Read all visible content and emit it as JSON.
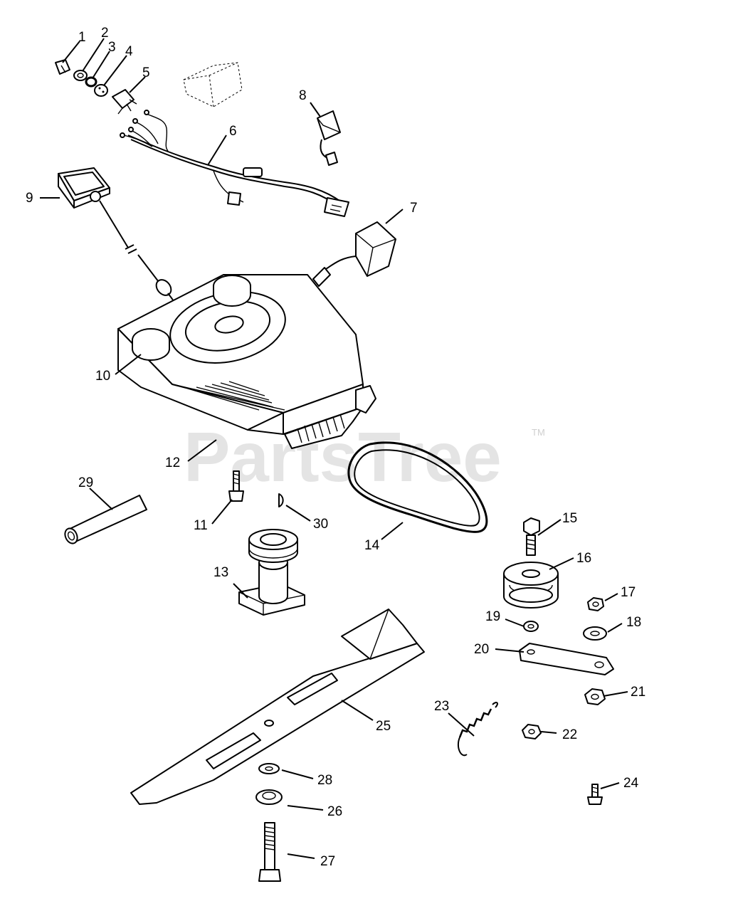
{
  "watermark": {
    "text": "PartsTree",
    "trademark": "TM"
  },
  "callouts": [
    "1",
    "2",
    "3",
    "4",
    "5",
    "6",
    "7",
    "8",
    "9",
    "10",
    "11",
    "12",
    "13",
    "14",
    "15",
    "16",
    "17",
    "18",
    "19",
    "20",
    "21",
    "22",
    "23",
    "24",
    "25",
    "26",
    "27",
    "28",
    "29",
    "30"
  ]
}
